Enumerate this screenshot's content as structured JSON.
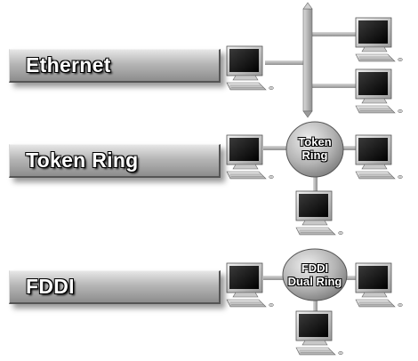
{
  "rows": {
    "ethernet": {
      "label": "Ethernet"
    },
    "token_ring": {
      "label": "Token Ring",
      "ring_label_line1": "Token",
      "ring_label_line2": "Ring"
    },
    "fddi": {
      "label": "FDDI",
      "ring_label_line1": "FDDI",
      "ring_label_line2": "Dual Ring"
    }
  },
  "icons": {
    "workstation": "computer-workstation-icon",
    "hub": "ring-hub-icon",
    "bus": "bus-backbone"
  },
  "colors": {
    "background": "#ffffff",
    "bar_light": "#e6e6e6",
    "bar_dark": "#8d8d8d",
    "label_text": "#ffffff",
    "monitor": "#1a1a1a"
  }
}
